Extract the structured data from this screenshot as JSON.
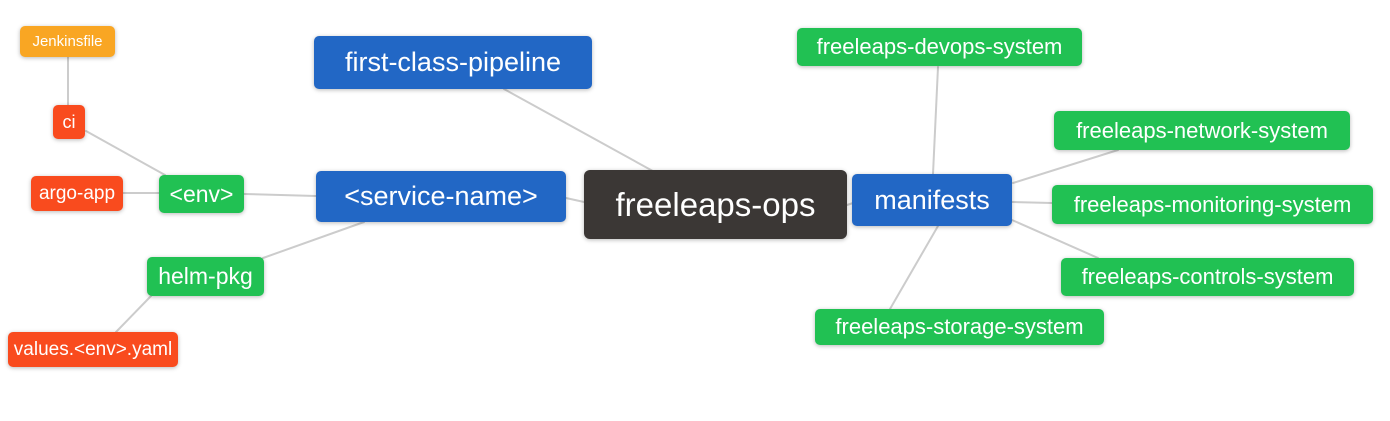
{
  "diagram": {
    "type": "mindmap",
    "root_label": "freeleaps-ops",
    "nodes": {
      "jenkinsfile": {
        "label": "Jenkinsfile",
        "color": "#F9A623"
      },
      "ci": {
        "label": "ci",
        "color": "#F94B1E"
      },
      "argo_app": {
        "label": "argo-app",
        "color": "#F94B1E"
      },
      "env": {
        "label": "<env>",
        "color": "#21C153"
      },
      "helm_pkg": {
        "label": "helm-pkg",
        "color": "#21C153"
      },
      "values_env_yaml": {
        "label": "values.<env>.yaml",
        "color": "#F94B1E"
      },
      "first_class_pipeline": {
        "label": "first-class-pipeline",
        "color": "#2267C5"
      },
      "service_name": {
        "label": "<service-name>",
        "color": "#2267C5"
      },
      "freeleaps_ops": {
        "label": "freeleaps-ops",
        "color": "#3B3735"
      },
      "manifests": {
        "label": "manifests",
        "color": "#2267C5"
      },
      "devops_system": {
        "label": "freeleaps-devops-system",
        "color": "#21C153"
      },
      "network_system": {
        "label": "freeleaps-network-system",
        "color": "#21C153"
      },
      "monitoring_system": {
        "label": "freeleaps-monitoring-system",
        "color": "#21C153"
      },
      "controls_system": {
        "label": "freeleaps-controls-system",
        "color": "#21C153"
      },
      "storage_system": {
        "label": "freeleaps-storage-system",
        "color": "#21C153"
      }
    },
    "edges": [
      [
        "jenkinsfile",
        "ci"
      ],
      [
        "ci",
        "env"
      ],
      [
        "argo_app",
        "env"
      ],
      [
        "env",
        "service_name"
      ],
      [
        "service_name",
        "helm_pkg"
      ],
      [
        "helm_pkg",
        "values_env_yaml"
      ],
      [
        "first_class_pipeline",
        "freeleaps_ops"
      ],
      [
        "service_name",
        "freeleaps_ops"
      ],
      [
        "freeleaps_ops",
        "manifests"
      ],
      [
        "manifests",
        "devops_system"
      ],
      [
        "manifests",
        "network_system"
      ],
      [
        "manifests",
        "monitoring_system"
      ],
      [
        "manifests",
        "controls_system"
      ],
      [
        "manifests",
        "storage_system"
      ]
    ],
    "palette": {
      "blue": "#2267C5",
      "green": "#21C153",
      "orange_red": "#F94B1E",
      "amber": "#F9A623",
      "dark": "#3B3735",
      "edge_line": "#CCCCCC",
      "node_text": "#FFFFFF",
      "background": "#FFFFFF"
    }
  }
}
